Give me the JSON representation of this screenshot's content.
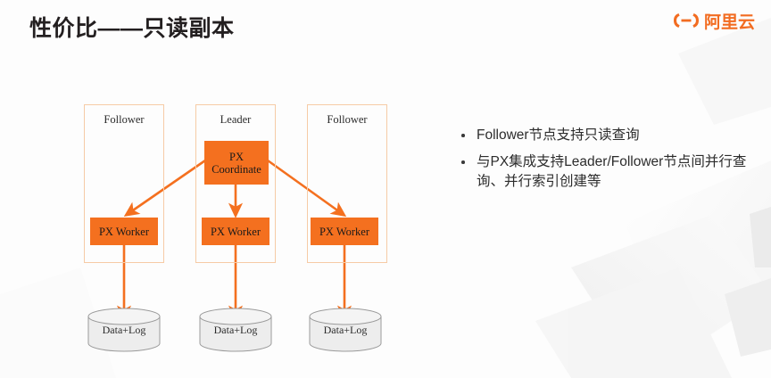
{
  "header": {
    "title": "性价比——只读副本",
    "logo_text": "阿里云",
    "logo_icon": "alibaba-cloud-logo",
    "brand_color": "#F26C21"
  },
  "diagram": {
    "accent_color": "#F4701F",
    "column_border_color": "#F6CBA6",
    "cylinder_fill": "#EDEDED",
    "cylinder_border": "#9a9a9a",
    "columns": [
      {
        "label": "Follower",
        "role": "follower"
      },
      {
        "label": "Leader",
        "role": "leader"
      },
      {
        "label": "Follower",
        "role": "follower"
      }
    ],
    "coordinator": {
      "line1": "PX",
      "line2": "Coordinate"
    },
    "workers": [
      {
        "label": "PX Worker"
      },
      {
        "label": "PX Worker"
      },
      {
        "label": "PX Worker"
      }
    ],
    "storages": [
      {
        "label": "Data+Log"
      },
      {
        "label": "Data+Log"
      },
      {
        "label": "Data+Log"
      }
    ]
  },
  "content": {
    "bullets": [
      "Follower节点支持只读查询",
      "与PX集成支持Leader/Follower节点间并行查询、并行索引创建等"
    ]
  }
}
